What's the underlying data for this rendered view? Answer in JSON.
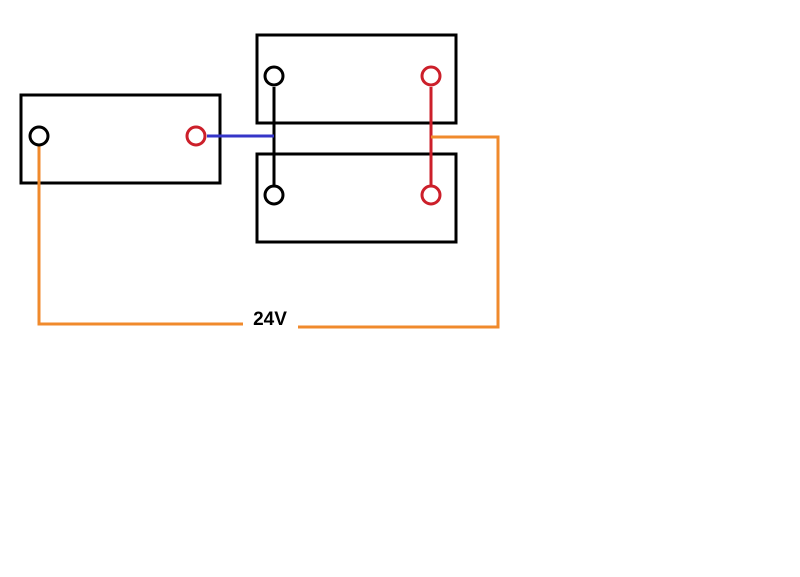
{
  "diagram": {
    "voltage_label": "24V",
    "colors": {
      "battery_outline": "#000000",
      "negative_terminal": "#000000",
      "positive_terminal": "#cc1f2a",
      "series_link": "#3535c8",
      "parallel_positive_link": "#cc1f2a",
      "parallel_negative_link": "#000000",
      "output_lead": "#f08a2c",
      "background": "#ffffff"
    },
    "components": [
      {
        "name": "battery-left",
        "kind": "battery",
        "terminals": [
          "negative",
          "positive"
        ]
      },
      {
        "name": "battery-top-right",
        "kind": "battery",
        "terminals": [
          "negative",
          "positive"
        ]
      },
      {
        "name": "battery-bottom-right",
        "kind": "battery",
        "terminals": [
          "negative",
          "positive"
        ]
      }
    ],
    "icons": {
      "negative_terminal": "terminal-circle-icon",
      "positive_terminal": "terminal-circle-icon"
    }
  }
}
